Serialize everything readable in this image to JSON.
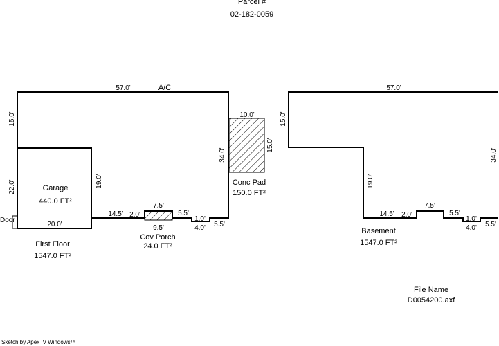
{
  "header": {
    "parcel_label": "Parcel #",
    "parcel_number": "02-182-0059"
  },
  "first_floor": {
    "top_dim": "57.0'",
    "ac_label": "A/C",
    "left_upper_dim": "15.0'",
    "right_dim": "34.0'",
    "step_left_dim": "14.5'",
    "step_a": "2.0'",
    "step_b": "7.5'",
    "step_c": "5.5'",
    "step_d": "1.0'",
    "step_e": "4.0'",
    "step_f": "5.5'",
    "name": "First Floor",
    "area": "1547.0 FT²"
  },
  "garage": {
    "name": "Garage",
    "area": "440.0 FT²",
    "left_dim": "22.0'",
    "right_dim": "19.0'",
    "bottom_dim": "20.0'",
    "door_label": "Door"
  },
  "cov_porch": {
    "bottom_dim": "9.5'",
    "name": "Cov Porch",
    "area": "24.0 FT²"
  },
  "conc_pad": {
    "top_dim": "10.0'",
    "right_dim": "15.0'",
    "name": "Conc Pad",
    "area": "150.0 FT²"
  },
  "basement": {
    "top_dim": "57.0'",
    "left_upper_dim": "15.0'",
    "right_dim": "34.0'",
    "left_lower_dim": "19.0'",
    "step_left_dim": "14.5'",
    "step_a": "2.0'",
    "step_b": "7.5'",
    "step_c": "5.5'",
    "step_d": "1.0'",
    "step_e": "4.0'",
    "step_f": "5.5'",
    "name": "Basement",
    "area": "1547.0 FT²"
  },
  "file": {
    "label": "File Name",
    "name": "D0054200.axf"
  },
  "footer": {
    "credit": "Sketch by Apex IV Windows™"
  }
}
